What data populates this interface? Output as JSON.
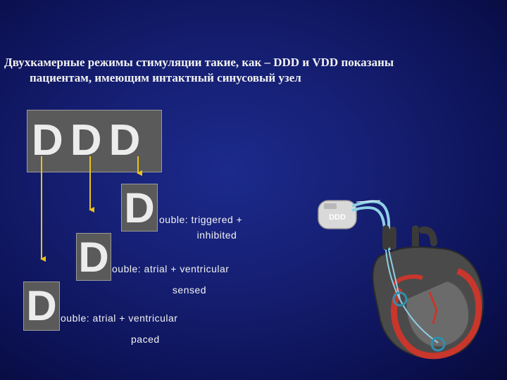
{
  "headline": {
    "line1": "Двухкамерные режимы стимуляции такие, как – DDD и VDD показаны",
    "line2": "пациентам, имеющим интактный синусовый узел"
  },
  "code": {
    "letters": [
      "D",
      "D",
      "D"
    ]
  },
  "modes": [
    {
      "letter": "D",
      "rest": "ouble:  triggered +",
      "sub": "inhibited"
    },
    {
      "letter": "D",
      "rest": "ouble:  atrial + ventricular",
      "sub": "sensed"
    },
    {
      "letter": "D",
      "rest": "ouble:  atrial + ventricular",
      "sub": "paced"
    }
  ],
  "pacemaker": {
    "label": "DDD"
  },
  "colors": {
    "arrow": "#e8c21a",
    "box": "#5a5a5a",
    "lead": "#8fd0e6",
    "heart_wall": "#c8362c"
  }
}
